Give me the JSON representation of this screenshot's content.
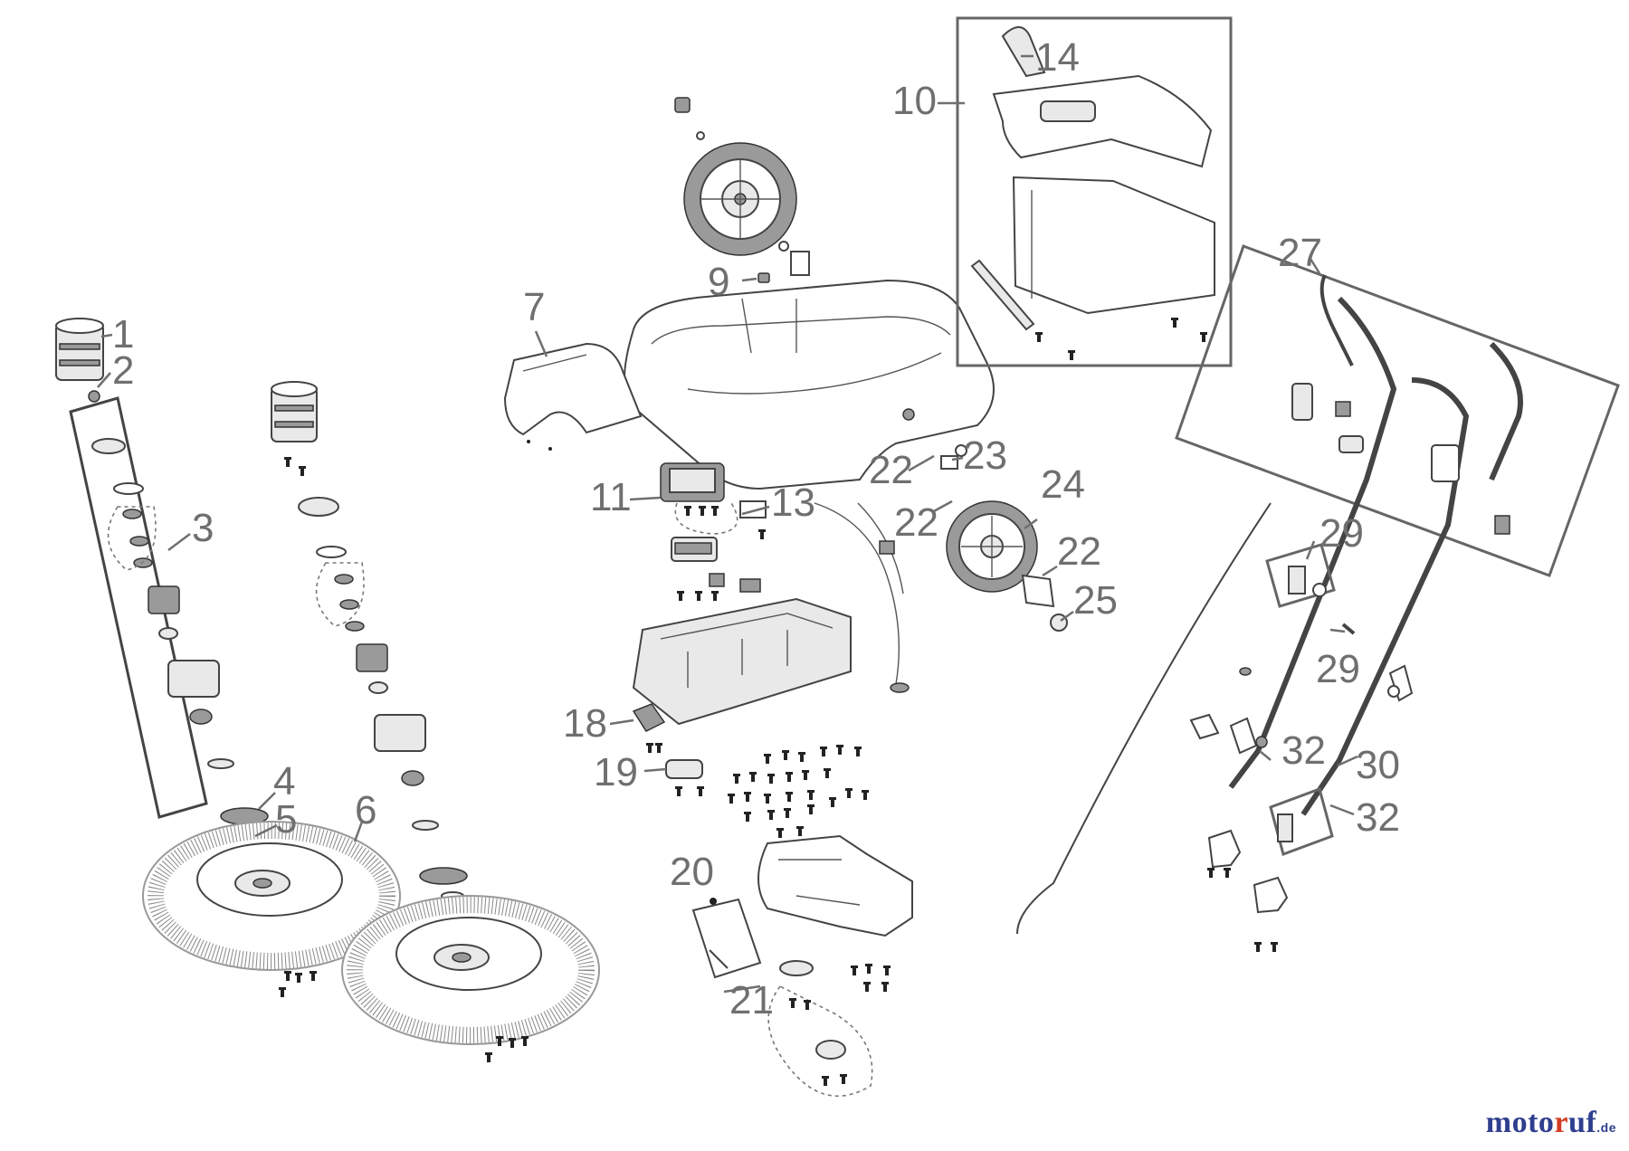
{
  "labels": {
    "l1": "1",
    "l2": "2",
    "l3": "3",
    "l4": "4",
    "l5": "5",
    "l6": "6",
    "l7": "7",
    "l9": "9",
    "l10": "10",
    "l11": "11",
    "l13": "13",
    "l14": "14",
    "l18": "18",
    "l19": "19",
    "l20": "20",
    "l21": "21",
    "l22a": "22",
    "l22b": "22",
    "l22c": "22",
    "l23": "23",
    "l24": "24",
    "l25": "25",
    "l27": "27",
    "l29a": "29",
    "l29b": "29",
    "l30": "30",
    "l32a": "32",
    "l32b": "32"
  },
  "watermark": {
    "p1": "moto",
    "p2": "r",
    "p3": "uf",
    "tld": ".de"
  }
}
